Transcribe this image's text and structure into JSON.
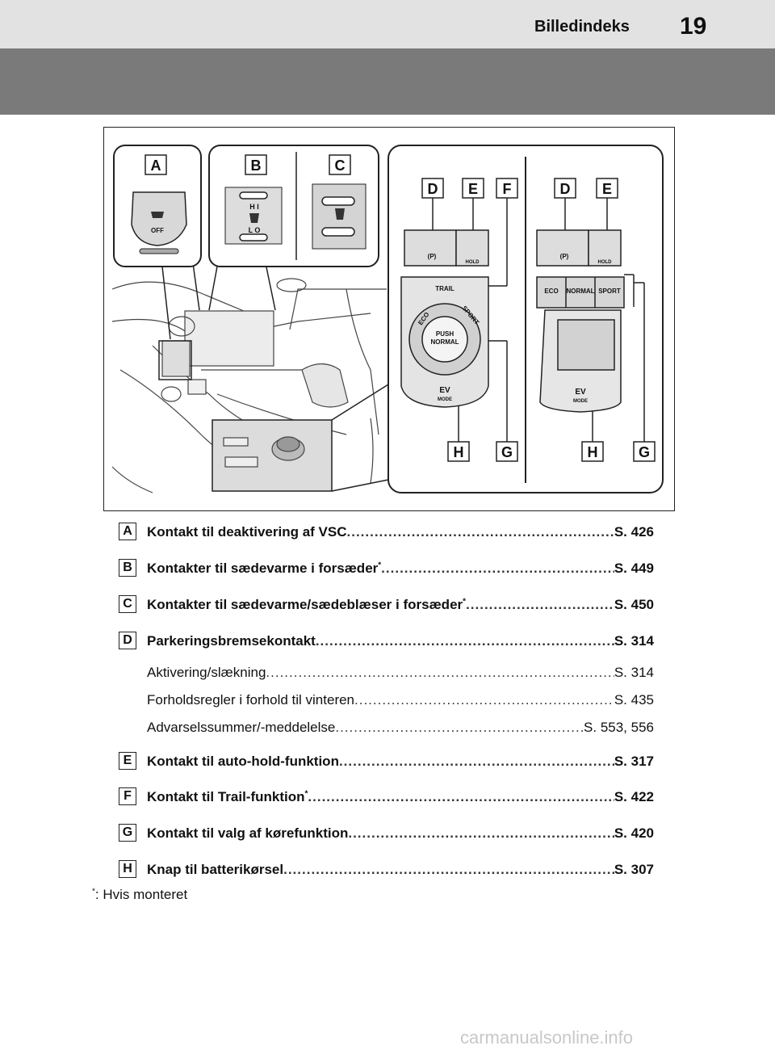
{
  "header": {
    "section_title": "Billedindeks",
    "page_number": "19"
  },
  "figure": {
    "callouts": [
      "A",
      "B",
      "C",
      "D",
      "E",
      "F",
      "D",
      "E",
      "H",
      "G",
      "H",
      "G"
    ],
    "switch_labels": {
      "vsc_off": "OFF",
      "seat_hi": "H I",
      "seat_lo": "L O",
      "hold": "HOLD",
      "trail": "TRAIL",
      "eco": "ECO",
      "sport": "SPORT",
      "push": "PUSH",
      "normal": "NORMAL",
      "ev": "EV",
      "mode": "MODE",
      "btn_eco": "ECO",
      "btn_normal": "NORMAL",
      "btn_sport": "SPORT"
    }
  },
  "entries": [
    {
      "letter": "A",
      "label": "Kontakt til deaktivering af VSC",
      "page": "S. 426",
      "bold": true
    },
    {
      "letter": "B",
      "label": "Kontakter til sædevarme i forsæder",
      "sup": "*",
      "page": "S. 449",
      "bold": true
    },
    {
      "letter": "C",
      "label": "Kontakter til sædevarme/sædeblæser i forsæder",
      "sup": "*",
      "page": "S. 450",
      "bold": true
    },
    {
      "letter": "D",
      "label": "Parkeringsbremsekontakt",
      "page": "S. 314",
      "bold": true
    },
    {
      "label": "Aktivering/slækning",
      "page": "S. 314",
      "bold": false
    },
    {
      "label": "Forholdsregler i forhold til vinteren",
      "page": "S. 435",
      "bold": false
    },
    {
      "label": "Advarselssummer/-meddelelse",
      "page": "S. 553, 556",
      "bold": false
    },
    {
      "letter": "E",
      "label": "Kontakt til auto-hold-funktion",
      "page": "S. 317",
      "bold": true
    },
    {
      "letter": "F",
      "label": "Kontakt til Trail-funktion",
      "sup": "*",
      "page": "S. 422",
      "bold": true
    },
    {
      "letter": "G",
      "label": "Kontakt til valg af kørefunktion",
      "page": "S. 420",
      "bold": true
    },
    {
      "letter": "H",
      "label": "Knap til batterikørsel",
      "page": "S. 307",
      "bold": true
    }
  ],
  "footnote": {
    "mark": "*",
    "text": ": Hvis monteret"
  },
  "watermark": "carmanualsonline.info"
}
